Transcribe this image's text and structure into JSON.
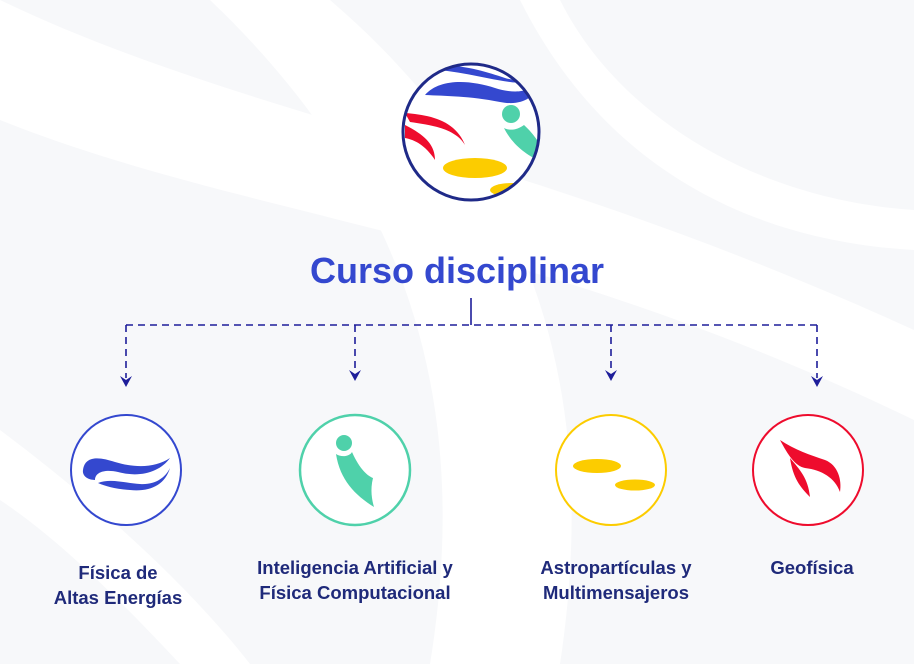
{
  "title": "Curso disciplinar",
  "colors": {
    "blue": "#3448cf",
    "green": "#4fd1aa",
    "yellow": "#fccc00",
    "red": "#ee0c2d",
    "navy": "#1f2a88",
    "text": "#1f2a7a"
  },
  "branches": [
    {
      "line1": "Física de",
      "line2": "Altas Energías",
      "icon": "blue-wave-icon"
    },
    {
      "line1": "Inteligencia Artificial y",
      "line2": "Física Computacional",
      "icon": "green-figure-icon"
    },
    {
      "line1": "Astropartículas y",
      "line2": "Multimensajeros",
      "icon": "yellow-ellipses-icon"
    },
    {
      "line1": "Geofísica",
      "line2": "",
      "icon": "red-flame-icon"
    }
  ]
}
